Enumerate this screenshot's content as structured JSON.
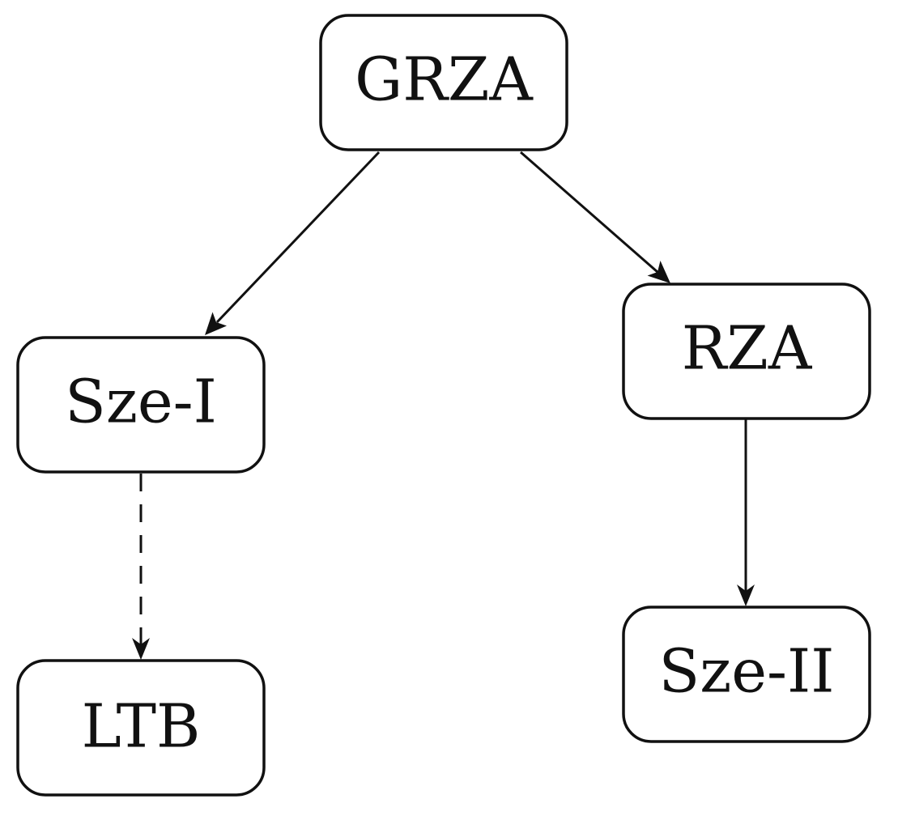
{
  "diagram": {
    "nodes": [
      {
        "id": "grza",
        "label": "GRZA"
      },
      {
        "id": "sze1",
        "label": "Sze-I"
      },
      {
        "id": "rza",
        "label": "RZA"
      },
      {
        "id": "ltb",
        "label": "LTB"
      },
      {
        "id": "sze2",
        "label": "Sze-II"
      }
    ],
    "edges": [
      {
        "from": "GRZA",
        "to": "Sze-I",
        "style": "solid"
      },
      {
        "from": "GRZA",
        "to": "RZA",
        "style": "solid"
      },
      {
        "from": "Sze-I",
        "to": "LTB",
        "style": "dashed"
      },
      {
        "from": "RZA",
        "to": "Sze-II",
        "style": "solid"
      }
    ],
    "colors": {
      "stroke": "#111111",
      "fill": "#ffffff"
    }
  }
}
